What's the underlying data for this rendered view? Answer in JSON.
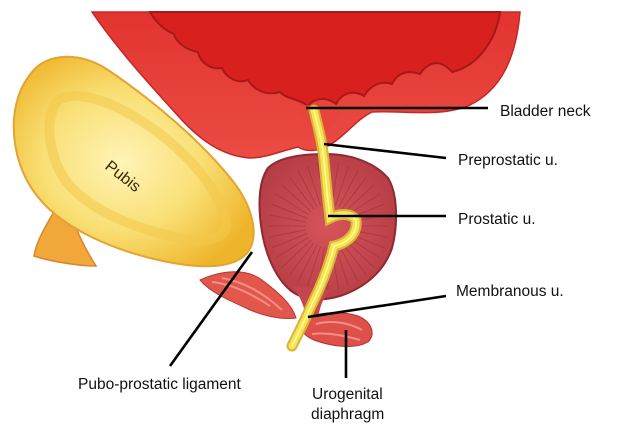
{
  "labels": {
    "pubis": "Pubis",
    "bladder_neck": "Bladder neck",
    "preprostatic": "Preprostatic u.",
    "prostatic": "Prostatic u.",
    "membranous": "Membranous u.",
    "pubo_prostatic": "Pubo-prostatic ligament",
    "urogenital_line1": "Urogenital",
    "urogenital_line2": "diaphragm"
  },
  "colors": {
    "bladder_wall": "#e8433a",
    "bladder_lumen": "#dc2622",
    "bladder_edge": "#b81d1a",
    "prostate": "#c84a4f",
    "prostate_lines": "#9a2f35",
    "pubis_outer": "#f2c23a",
    "pubis_inner": "#fbe68a",
    "urethra": "#f3df45",
    "ligament": "#e0524b",
    "pointer_lines": "#000000"
  }
}
